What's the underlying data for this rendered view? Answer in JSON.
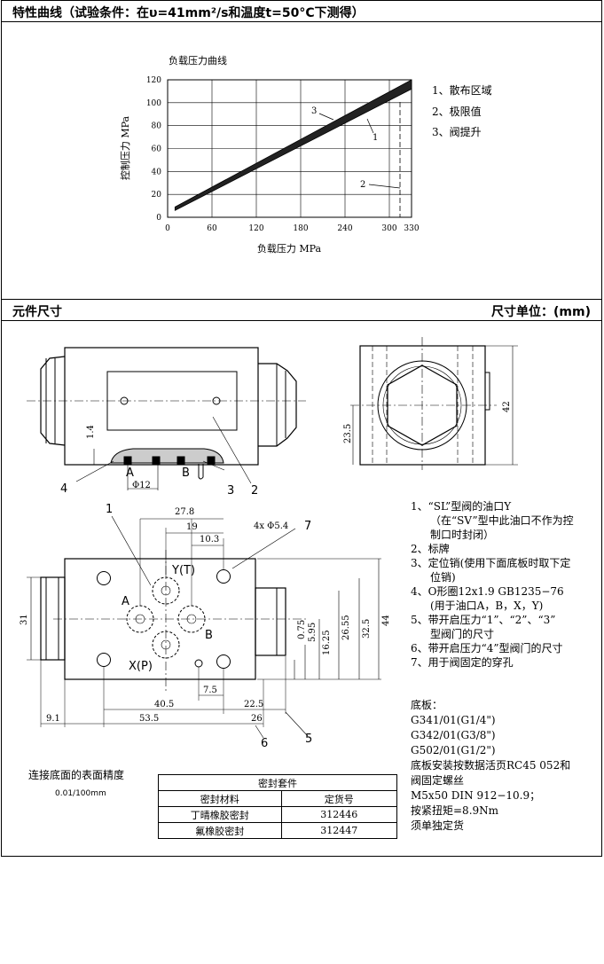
{
  "headers": {
    "curve_title": "特性曲线（试验条件：在υ=41mm²/s和温度t=50°C下测得）",
    "dims_title": "元件尺寸",
    "units_label": "尺寸单位：(mm)"
  },
  "chart_data": {
    "type": "area",
    "title": "负载压力曲线",
    "xlabel": "负载压力 MPa",
    "ylabel": "控制压力 MPa",
    "xticks": [
      "0",
      "60",
      "120",
      "180",
      "240",
      "300",
      "330"
    ],
    "yticks": [
      "0",
      "20",
      "40",
      "60",
      "80",
      "100",
      "120"
    ],
    "xlim": [
      0,
      330
    ],
    "ylim": [
      0,
      120
    ],
    "grid": true,
    "band": {
      "lower": [
        [
          10,
          6
        ],
        [
          330,
          112
        ]
      ],
      "upper": [
        [
          10,
          9
        ],
        [
          330,
          120
        ]
      ]
    },
    "callouts": [
      "1",
      "2",
      "3"
    ],
    "legend": [
      "1、散布区域",
      "2、极限值",
      "3、阀提升"
    ]
  },
  "drawing": {
    "side_labels": {
      "a": "A",
      "b": "B",
      "dim_14": "1.4",
      "dim_phi12": "Φ12",
      "c2": "2",
      "c3": "3",
      "c4": "4"
    },
    "end_labels": {
      "dim_235": "23.5",
      "dim_42": "42"
    },
    "plan_labels": {
      "c1": "1",
      "c5": "5",
      "c6": "6",
      "c7": "7",
      "yt": "Y(T)",
      "xp": "X(P)",
      "a": "A",
      "b": "B",
      "d278": "27.8",
      "d19": "19",
      "d103": "10.3",
      "holes": "4x Φ5.4",
      "d31": "31",
      "d075": "0.75",
      "d595": "5.95",
      "d1625": "16.25",
      "d2655": "26.55",
      "d325": "32.5",
      "d44": "44",
      "d75": "7.5",
      "d405": "40.5",
      "d225": "22.5",
      "d91": "9.1",
      "d535": "53.5",
      "d26": "26"
    },
    "surface_label": "0.01/100mm"
  },
  "notes": [
    "1、“SL”型阀的油口Y",
    "（在“SV”型中此油口不作为控",
    "制口时封闭）",
    "2、标牌",
    "3、定位销(使用下面底板时取下定",
    "位销)",
    "4、O形圈12x1.9 GB1235−76",
    "(用于油口A，B，X，Y)",
    "5、带开启压力“1”、“2”、“3”",
    "型阀门的尺寸",
    "6、带开启压力“4”型阀门的尺寸",
    "7、用于阀固定的穿孔"
  ],
  "baseplate": [
    "底板：",
    "G341/01(G1/4\")",
    "G342/01(G3/8\")",
    "G502/01(G1/2\")",
    "底板安装按数据活页RC45 052和",
    "阀固定螺丝",
    "M5x50 DIN 912−10.9；",
    "按紧扭矩=8.9Nm",
    "须单独定货"
  ],
  "surface": {
    "title": "连接底面的表面精度"
  },
  "seal_table": {
    "title": "密封套件",
    "headers": [
      "密封材料",
      "定货号"
    ],
    "rows": [
      [
        "丁晴橡胶密封",
        "312446"
      ],
      [
        "氟橡胶密封",
        "312447"
      ]
    ]
  }
}
